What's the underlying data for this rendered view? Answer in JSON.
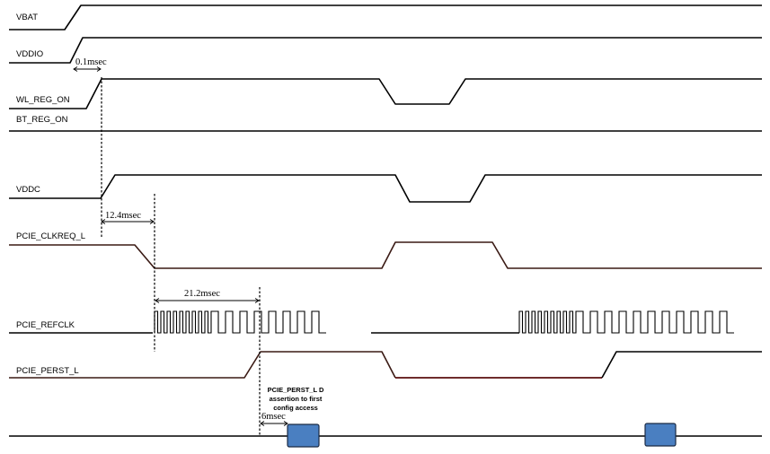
{
  "signals": {
    "vbat": "VBAT",
    "vddio": "VDDIO",
    "wl_reg_on": "WL_REG_ON",
    "bt_reg_on": "BT_REG_ON",
    "vddc": "VDDC",
    "pcie_clkreq_l": "PCIE_CLKREQ_L",
    "pcie_refclk": "PCIE_REFCLK",
    "pcie_perst_l": "PCIE_PERST_L"
  },
  "timings": {
    "t1": "0.1msec",
    "t2": "12.4msec",
    "t3": "21.2msec",
    "t4": "6msec"
  },
  "annotation": {
    "line1": "PCIE_PERST_L D",
    "line2": "assertion to first",
    "line3": "config access"
  },
  "colors": {
    "block_fill": "#4a7fc1",
    "perst_low_segment": "#3a1a14"
  }
}
